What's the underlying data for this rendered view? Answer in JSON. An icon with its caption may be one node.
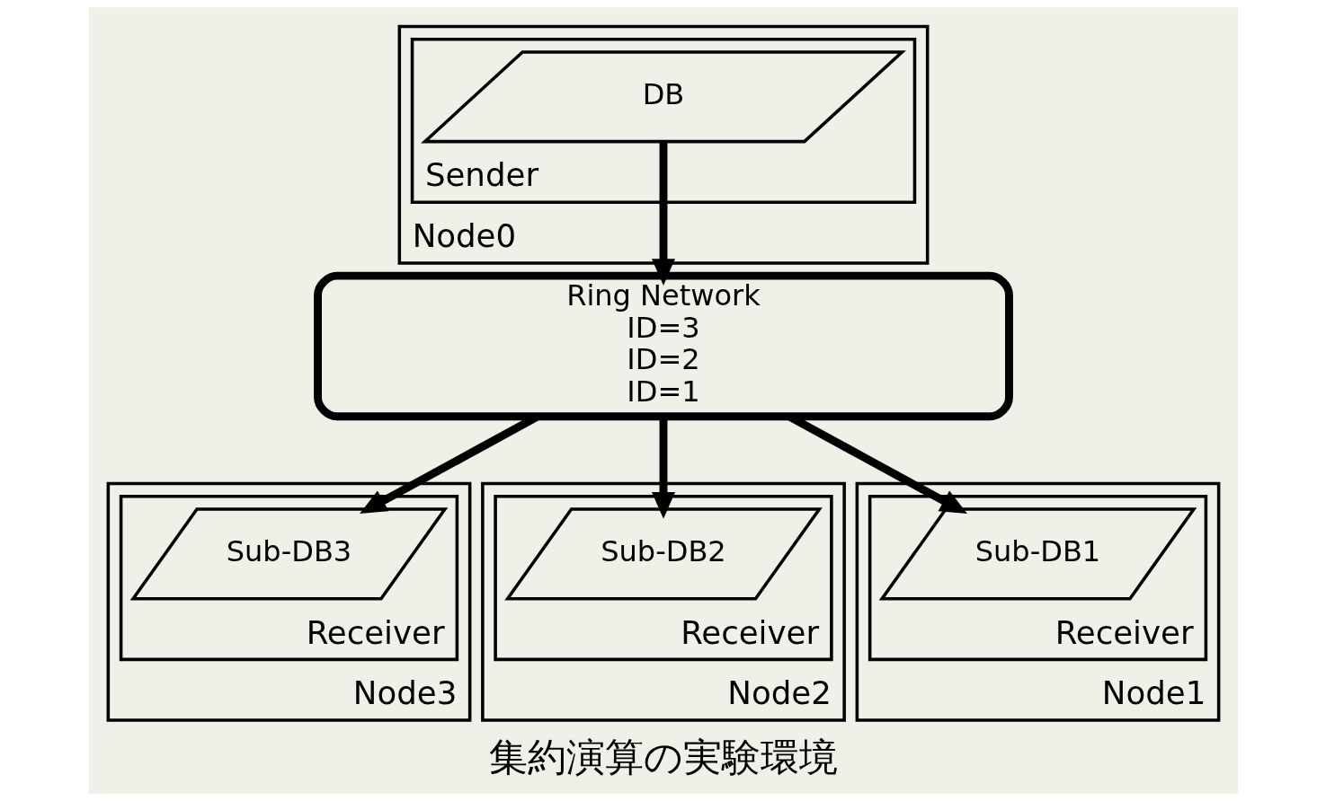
{
  "diagram": {
    "caption": "集約演算の実験環境",
    "nodes": [
      {
        "text": [
          "Node0"
        ]
      },
      {
        "text": [
          "Sender"
        ],
        "in": 0
      },
      {
        "text": [
          "DB"
        ],
        "in": 1
      },
      {
        "text": [
          "Ring Network",
          "ID=3",
          "ID=2",
          "ID=1"
        ]
      },
      {
        "text": [
          "Node3"
        ]
      },
      {
        "text": [
          "Receiver"
        ],
        "in": 4
      },
      {
        "text": [
          "Sub-DB3"
        ],
        "in": 5
      },
      {
        "text": [
          "Node2"
        ]
      },
      {
        "text": [
          "Receiver"
        ],
        "in": 7
      },
      {
        "text": [
          "Sub-DB2"
        ],
        "in": 8
      },
      {
        "text": [
          "Node1"
        ]
      },
      {
        "text": [
          "Receiver"
        ],
        "in": 10
      },
      {
        "text": [
          "Sub-DB1"
        ],
        "in": 11
      }
    ],
    "edges": [
      {
        "from": 2,
        "to": 3,
        "arrow": "to"
      },
      {
        "from": 3,
        "to": 6,
        "arrow": "to"
      },
      {
        "from": 3,
        "to": 9,
        "arrow": "to"
      },
      {
        "from": 3,
        "to": 12,
        "arrow": "to"
      }
    ]
  }
}
